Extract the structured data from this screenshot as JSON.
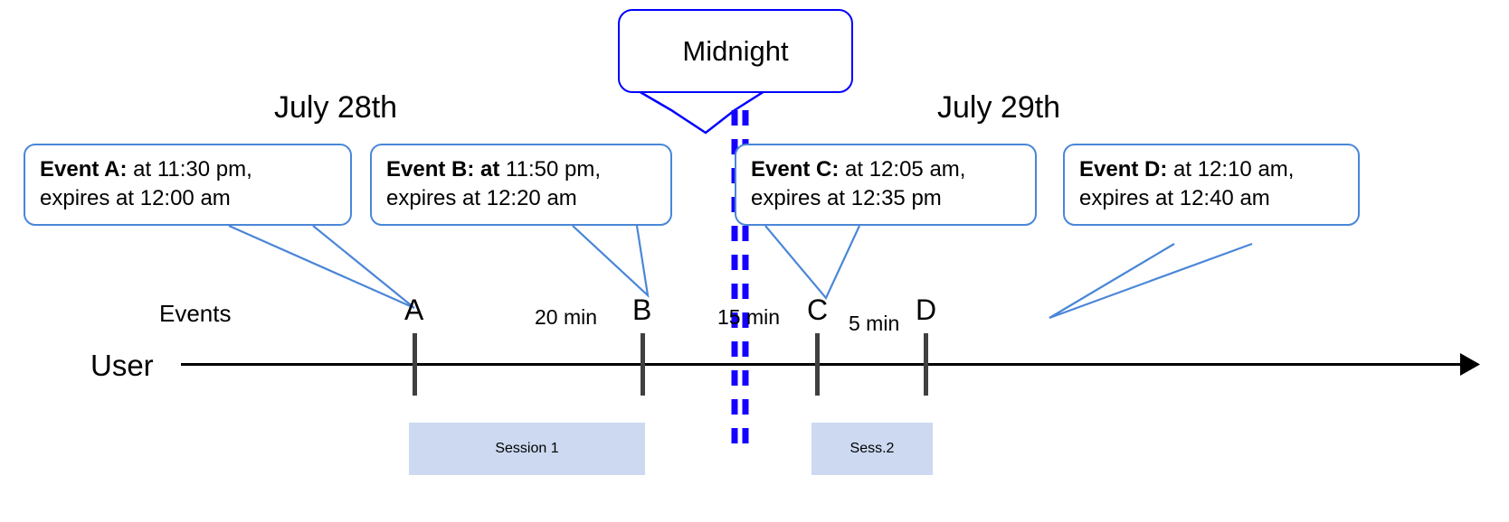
{
  "diagram": {
    "title": "Event expiry across midnight timeline",
    "colors": {
      "callout_border": "#4a86d8",
      "midnight_border": "#0000ff",
      "midnight_dash": "#1400ff",
      "session_fill": "#ccd9f1",
      "marker": "#404040",
      "axis": "#000000"
    }
  },
  "midnight": {
    "label": "Midnight"
  },
  "dates": [
    {
      "label": "July 28th"
    },
    {
      "label": "July 29th"
    }
  ],
  "axis": {
    "row_label": "User",
    "events_label": "Events"
  },
  "events": [
    {
      "id": "A",
      "marker": "A",
      "title": "Event A:",
      "title_extra": "",
      "line1_rest": " at 11:30 pm,",
      "line2": "expires at 12:00 am",
      "at_bold": false
    },
    {
      "id": "B",
      "marker": "B",
      "title": "Event B:",
      "title_extra": " at",
      "line1_rest": " 11:50 pm,",
      "line2": "expires at 12:20 am",
      "at_bold": true
    },
    {
      "id": "C",
      "marker": "C",
      "title": "Event C:",
      "title_extra": "",
      "line1_rest": " at 12:05 am,",
      "line2": "expires at 12:35 pm",
      "at_bold": false
    },
    {
      "id": "D",
      "marker": "D",
      "title": "Event D:",
      "title_extra": "",
      "line1_rest": "  at 12:10 am,",
      "line2": "expires at 12:40 am",
      "at_bold": false
    }
  ],
  "gaps": [
    {
      "label": "20 min"
    },
    {
      "label": "15 min"
    },
    {
      "label": "5 min"
    }
  ],
  "sessions": [
    {
      "label": "Session 1"
    },
    {
      "label": "Sess.2"
    }
  ]
}
